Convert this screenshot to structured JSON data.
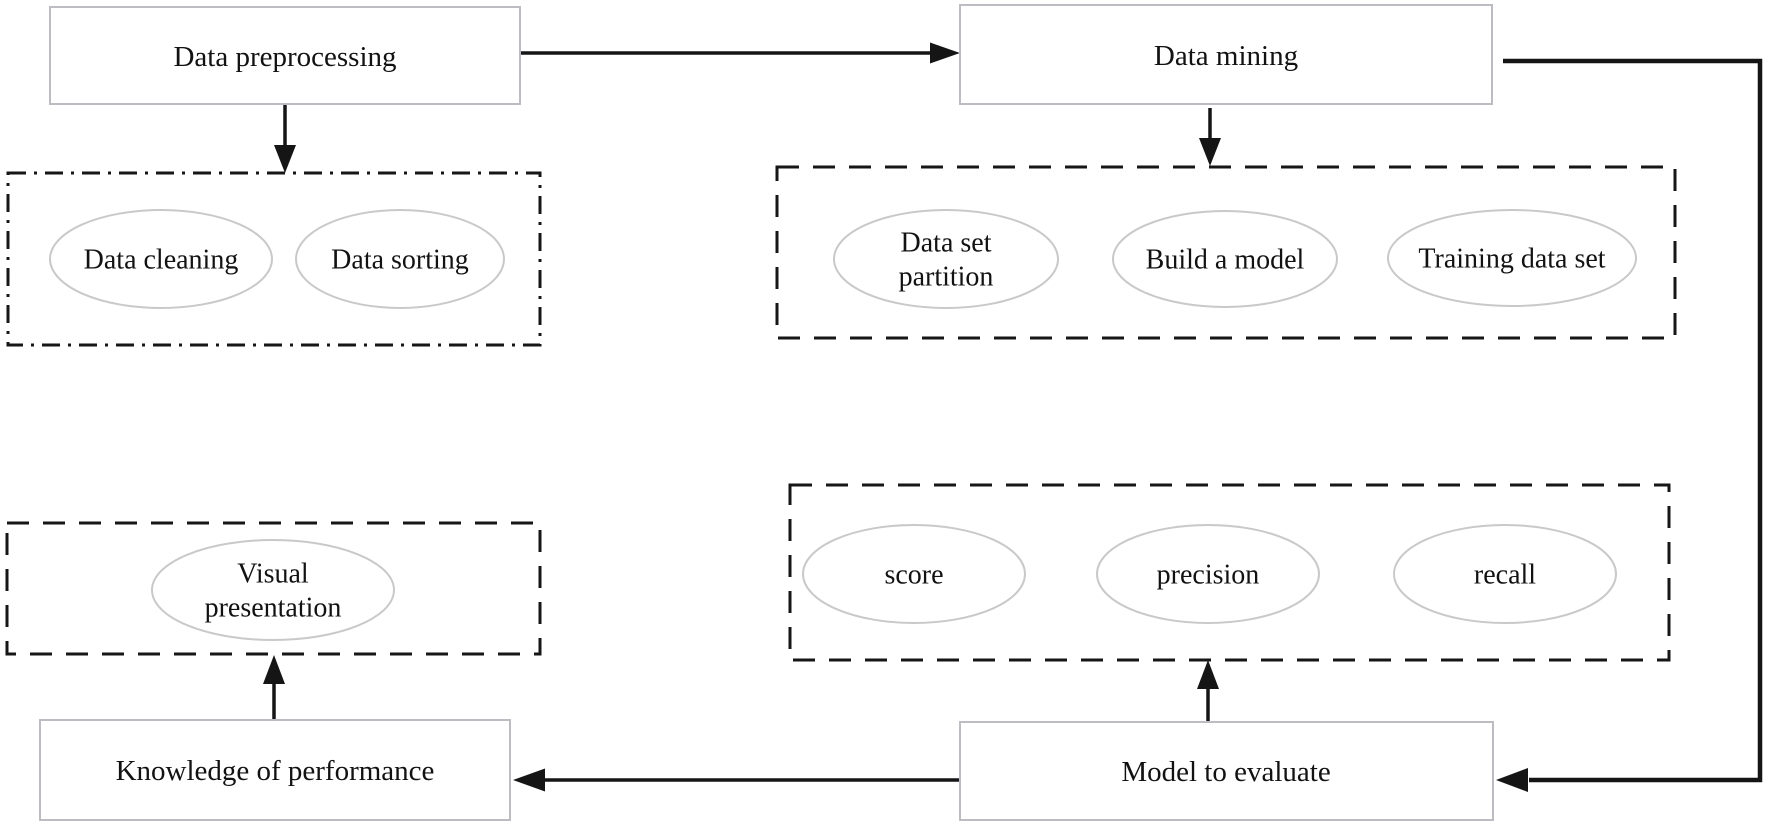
{
  "diagram": {
    "description": "Data mining workflow flowchart",
    "background": "#ffffff",
    "colors": {
      "box_border": "#bcbcc3",
      "ellipse_border": "#c9c9c9",
      "connector": "#151515",
      "text": "#121212"
    },
    "boxes": {
      "preprocessing": {
        "label": "Data preprocessing"
      },
      "mining": {
        "label": "Data mining"
      },
      "knowledge": {
        "label": "Knowledge of performance"
      },
      "evaluate": {
        "label": "Model to evaluate"
      }
    },
    "preprocessing_group": {
      "border_style": "dash-dot",
      "cleaning": {
        "label": "Data cleaning"
      },
      "sorting": {
        "label": "Data sorting"
      }
    },
    "mining_group": {
      "border_style": "dashed",
      "partition": {
        "line1": "Data set",
        "line2": "partition"
      },
      "build": {
        "label": "Build a model"
      },
      "training": {
        "label": "Training data set"
      }
    },
    "metrics_group": {
      "border_style": "dashed",
      "score": {
        "label": "score"
      },
      "precision": {
        "label": "precision"
      },
      "recall": {
        "label": "recall"
      }
    },
    "presentation_group": {
      "border_style": "dashed",
      "visual": {
        "line1": "Visual",
        "line2": "presentation"
      }
    },
    "edges": [
      {
        "from": "Data preprocessing",
        "to": "Data mining",
        "type": "straight-arrow"
      },
      {
        "from": "Data preprocessing",
        "to": "preprocessing group",
        "type": "straight-arrow"
      },
      {
        "from": "Data mining",
        "to": "mining group",
        "type": "straight-arrow"
      },
      {
        "from": "Data mining",
        "to": "Model to evaluate",
        "type": "elbow-arrow"
      },
      {
        "from": "Model to evaluate",
        "to": "metrics group",
        "type": "straight-arrow"
      },
      {
        "from": "Model to evaluate",
        "to": "Knowledge of performance",
        "type": "straight-arrow"
      },
      {
        "from": "Knowledge of performance",
        "to": "presentation group",
        "type": "straight-arrow"
      }
    ]
  }
}
